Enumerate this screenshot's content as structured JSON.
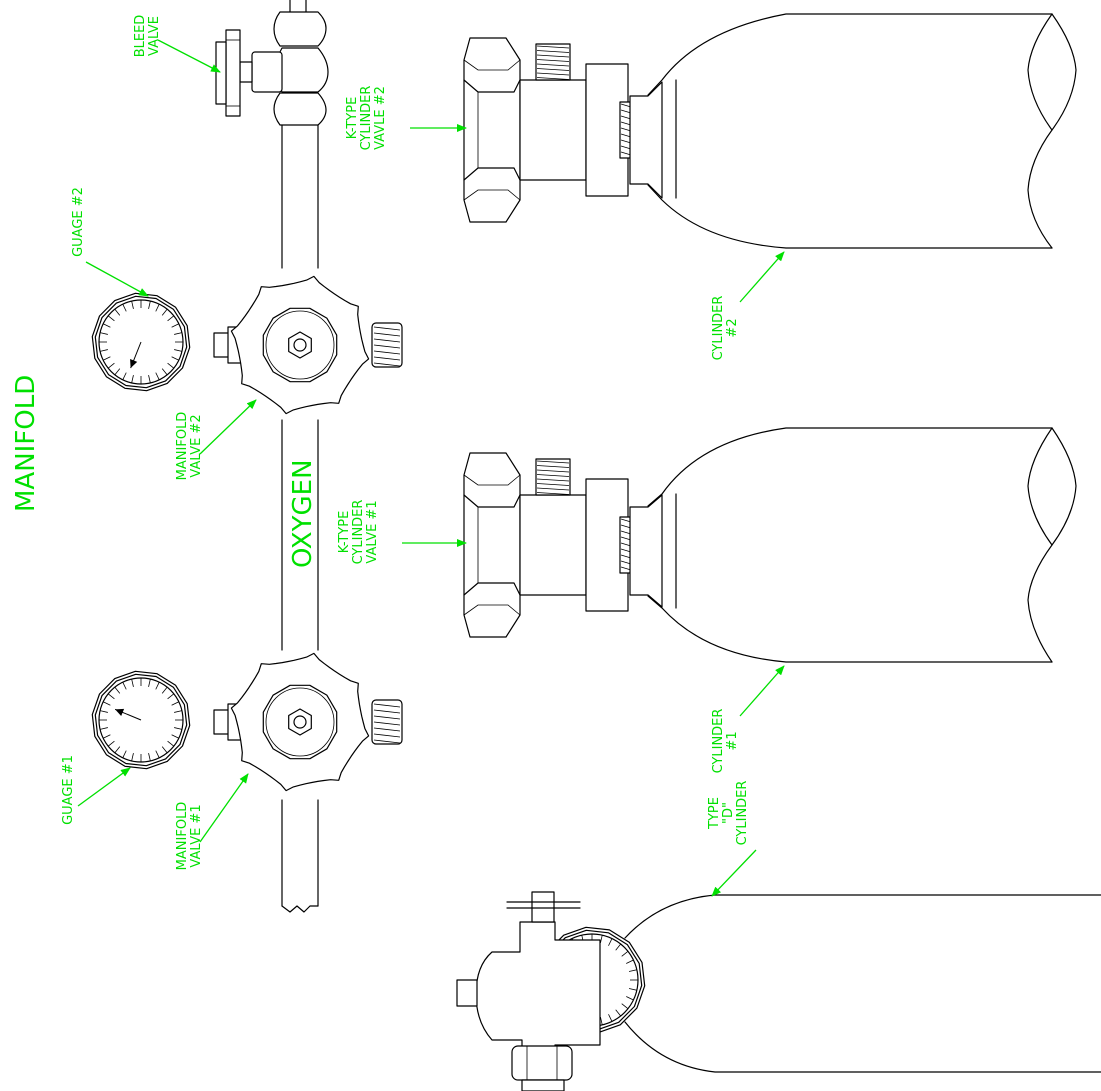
{
  "labels": {
    "manifold": "MANIFOLD",
    "oxygen": "OXYGEN",
    "bleed_valve": [
      "BLEED",
      "VALVE"
    ],
    "guage_2": [
      "GUAGE  #2"
    ],
    "guage_1": [
      "GUAGE  #1"
    ],
    "manifold_valve_2": [
      "MANIFOLD",
      "VALVE  #2"
    ],
    "manifold_valve_1": [
      "MANIFOLD",
      "VALVE  #1"
    ],
    "k_type_valve_2": [
      "K-TYPE",
      "CYLINDER",
      "VAVLE  #2"
    ],
    "k_type_valve_1": [
      "K-TYPE",
      "CYLINDER",
      "VALVE  #1"
    ],
    "cylinder_2": [
      "CYLINDER",
      "#2"
    ],
    "cylinder_1": [
      "CYLINDER",
      "#1"
    ],
    "type_d_cylinder": [
      "TYPE",
      "\"D\"",
      "CYLINDER"
    ]
  },
  "colors": {
    "label": "#00e000",
    "line": "#000000"
  }
}
